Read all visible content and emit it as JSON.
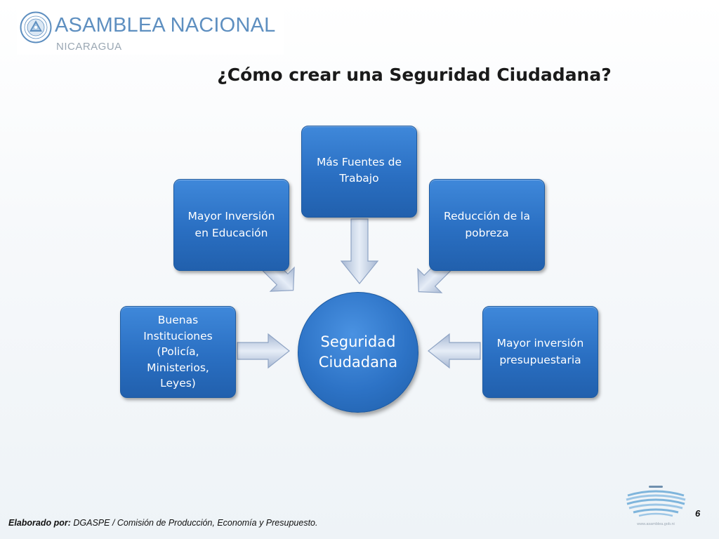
{
  "header": {
    "org_name": "ASAMBLEA NACIONAL",
    "country": "NICARAGUA",
    "seal_icon": "national-seal-icon"
  },
  "slide": {
    "title": "¿Cómo crear una Seguridad Ciudadana?"
  },
  "diagram": {
    "center": {
      "line1": "Seguridad",
      "line2": "Ciudadana"
    },
    "nodes": [
      {
        "id": "education",
        "lines": [
          "Mayor Inversión",
          "en Educación"
        ]
      },
      {
        "id": "jobs",
        "lines": [
          "Más Fuentes de",
          "Trabajo"
        ]
      },
      {
        "id": "poverty",
        "lines": [
          "Reducción de la",
          "pobreza"
        ]
      },
      {
        "id": "institutions",
        "lines": [
          "Buenas",
          "Instituciones",
          "(Policía,",
          "Ministerios,",
          "Leyes)"
        ]
      },
      {
        "id": "budget",
        "lines": [
          "Mayor inversión",
          "presupuestaria"
        ]
      }
    ],
    "colors": {
      "node_fill": "#2a6fc2",
      "node_border": "#1d5aa0",
      "arrow_fill": "#b9c7dd",
      "arrow_stroke": "#8fa4c4"
    }
  },
  "footer": {
    "credit_label": "Elaborado por:",
    "credit_text": " DGASPE / Comisión de Producción, Economía y Presupuesto.",
    "page_number": "6",
    "logo_icon": "assembly-chamber-icon",
    "logo_url_text": "www.asamblea.gob.ni"
  }
}
